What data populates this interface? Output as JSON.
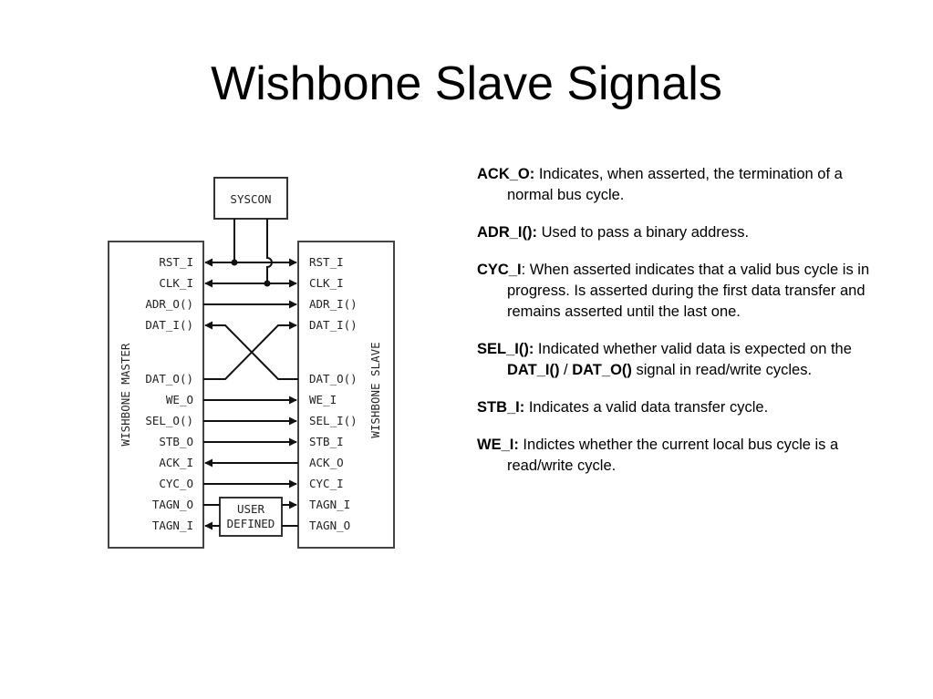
{
  "slide": {
    "title": "Wishbone Slave Signals"
  },
  "diagram": {
    "syscon": "SYSCON",
    "master_label": "WISHBONE MASTER",
    "slave_label": "WISHBONE SLAVE",
    "user_defined": [
      "USER",
      "DEFINED"
    ],
    "master_signals": [
      "RST_I",
      "CLK_I",
      "ADR_O()",
      "DAT_I()",
      "DAT_O()",
      "WE_O",
      "SEL_O()",
      "STB_O",
      "ACK_I",
      "CYC_O",
      "TAGN_O",
      "TAGN_I"
    ],
    "slave_signals": [
      "RST_I",
      "CLK_I",
      "ADR_I()",
      "DAT_I()",
      "DAT_O()",
      "WE_I",
      "SEL_I()",
      "STB_I",
      "ACK_O",
      "CYC_I",
      "TAGN_I",
      "TAGN_O"
    ]
  },
  "definitions": [
    {
      "term": "ACK_O:",
      "text": " Indicates, when asserted, the termination of a normal bus cycle."
    },
    {
      "term": "ADR_I():",
      "text": " Used to pass a binary address."
    },
    {
      "term": "CYC_I",
      "text": ": When asserted indicates that a valid bus cycle is in progress. Is asserted during the first data transfer and remains asserted until the last one."
    },
    {
      "term": "SEL_I():",
      "text": " Indicated whether valid data is expected on the ",
      "bold2": "DAT_I()",
      "mid": " / ",
      "bold3": "DAT_O()",
      "tail": " signal in read/write cycles."
    },
    {
      "term": "STB_I:",
      "text": " Indicates a valid data transfer cycle."
    },
    {
      "term": "WE_I:",
      "text": " Indictes whether the current local bus cycle is a read/write cycle."
    }
  ]
}
